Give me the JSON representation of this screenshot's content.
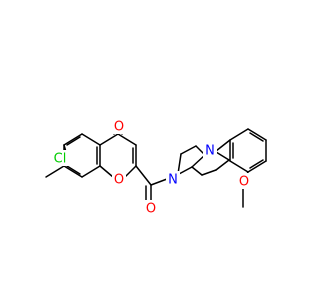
{
  "structure": {
    "atoms": {
      "carbonyl_o": {
        "text": "O",
        "color": "#ff0000"
      },
      "chlorine": {
        "text": "Cl",
        "color": "#00cc00"
      },
      "ring_o": {
        "text": "O",
        "color": "#ff0000"
      },
      "amide_o": {
        "text": "O",
        "color": "#ff0000"
      },
      "piperazine_n1": {
        "text": "N",
        "color": "#0000ff"
      },
      "piperazine_n4": {
        "text": "N",
        "color": "#0000ff"
      },
      "methoxy_o": {
        "text": "O",
        "color": "#ff0000"
      }
    }
  }
}
